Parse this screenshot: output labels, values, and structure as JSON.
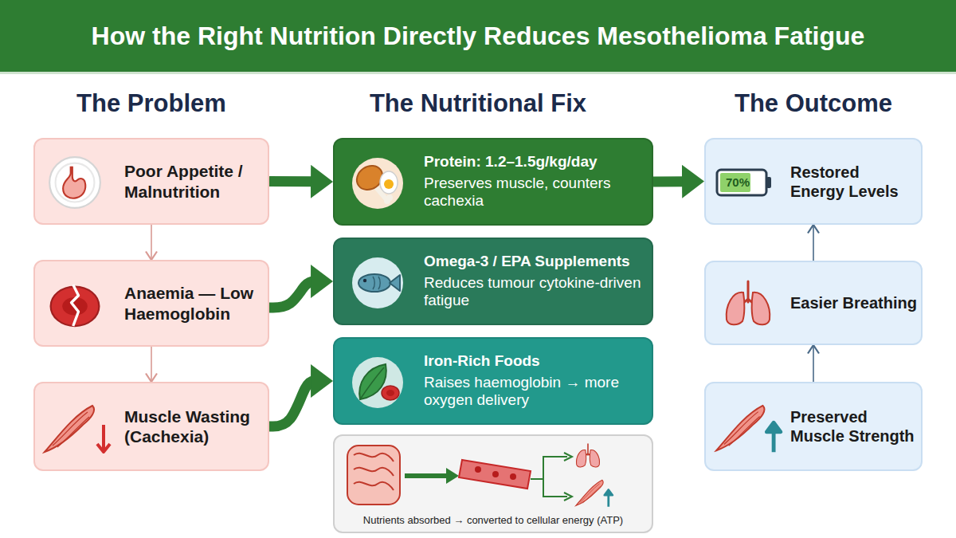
{
  "diagram": {
    "title": "How the Right Nutrition Directly Reduces Mesothelioma Fatigue",
    "nodes": [
      {
        "text": [
          "Poor Appetite / Malnutrition"
        ]
      },
      {
        "text": [
          "Anaemia — Low Haemoglobin"
        ]
      },
      {
        "text": [
          "Muscle Wasting (Cachexia)"
        ]
      },
      {
        "text": [
          "Protein: 1.2–1.5g/kg/day",
          "Preserves muscle, counters cachexia"
        ]
      },
      {
        "text": [
          "Omega-3 / EPA Supplements",
          "Reduces tumour cytokine-driven fatigue"
        ]
      },
      {
        "text": [
          "Iron-Rich Foods",
          "Raises haemoglobin → more oxygen delivery"
        ]
      },
      {
        "text": [
          "Nutrients absorbed → converted to cellular energy (ATP)"
        ]
      },
      {
        "text": [
          "70%",
          "Restored Energy Levels"
        ]
      },
      {
        "text": [
          "Easier Breathing"
        ]
      },
      {
        "text": [
          "Preserved Muscle Strength"
        ]
      }
    ],
    "edges": [
      {
        "from": 0,
        "to": 1,
        "arrow": "to"
      },
      {
        "from": 1,
        "to": 2,
        "arrow": "to"
      },
      {
        "from": 0,
        "to": 3,
        "arrow": "to"
      },
      {
        "from": 1,
        "to": 4,
        "arrow": "to"
      },
      {
        "from": 2,
        "to": 5,
        "arrow": "to"
      },
      {
        "from": 3,
        "to": 7,
        "arrow": "to"
      },
      {
        "from": 9,
        "to": 8,
        "arrow": "to"
      },
      {
        "from": 8,
        "to": 7,
        "arrow": "to"
      }
    ],
    "labels": [
      "The Problem",
      "The Nutritional Fix",
      "The Outcome"
    ]
  }
}
